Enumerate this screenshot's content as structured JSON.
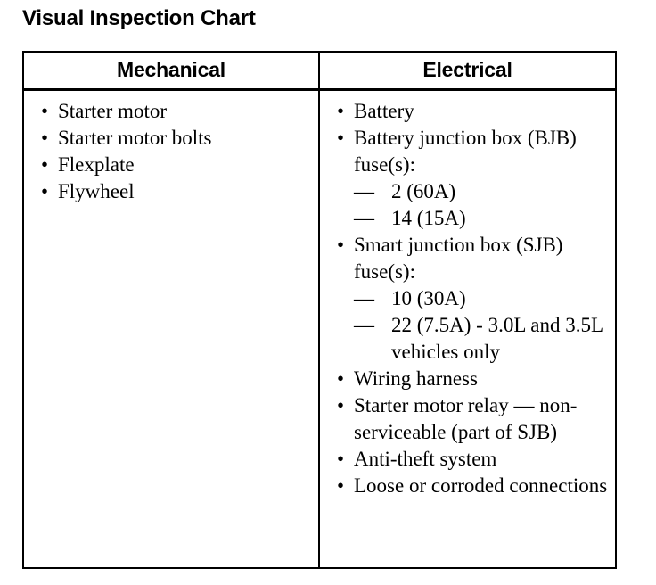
{
  "page": {
    "title": "Visual Inspection Chart"
  },
  "table": {
    "headers": {
      "mechanical": "Mechanical",
      "electrical": "Electrical"
    },
    "bullet_glyph": "•",
    "dash_glyph": "—",
    "mechanical_items": [
      {
        "text": "Starter motor"
      },
      {
        "text": "Starter motor bolts"
      },
      {
        "text": "Flexplate"
      },
      {
        "text": "Flywheel"
      }
    ],
    "electrical_items": [
      {
        "text": "Battery",
        "sub": []
      },
      {
        "text": "Battery junction box (BJB) fuse(s):",
        "sub": [
          {
            "text": "2 (60A)"
          },
          {
            "text": "14 (15A)"
          }
        ]
      },
      {
        "text": "Smart junction box (SJB) fuse(s):",
        "sub": [
          {
            "text": "10 (30A)"
          },
          {
            "text": "22 (7.5A) - 3.0L and 3.5L vehicles only"
          }
        ]
      },
      {
        "text": "Wiring harness",
        "sub": []
      },
      {
        "text": "Starter motor relay — non-serviceable (part of SJB)",
        "sub": []
      },
      {
        "text": "Anti-theft system",
        "sub": []
      },
      {
        "text": "Loose or corroded connections",
        "sub": []
      }
    ]
  },
  "colors": {
    "text": "#000000",
    "border": "#000000",
    "background": "#ffffff"
  }
}
